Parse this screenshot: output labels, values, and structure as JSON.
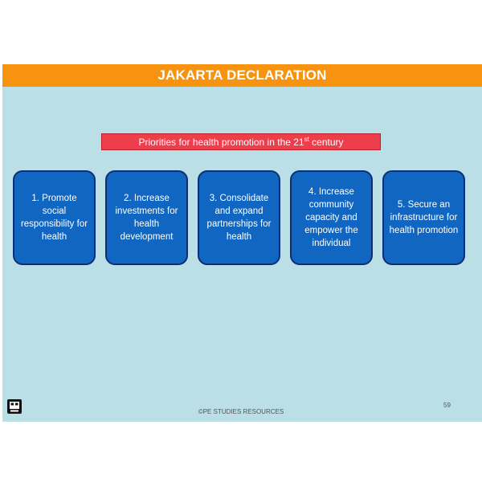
{
  "slide": {
    "title": "JAKARTA DECLARATION",
    "subtitle_main": "Priorities for health promotion in the 21",
    "subtitle_sup": "st",
    "subtitle_tail": " century",
    "cards": [
      {
        "label": "1. Promote social responsibility for health"
      },
      {
        "label": "2. Increase investments for health development"
      },
      {
        "label": "3. Consolidate and expand partnerships for health"
      },
      {
        "label": "4. Increase community capacity and empower the individual"
      },
      {
        "label": "5. Secure an infrastructure for health promotion"
      }
    ],
    "footer": "©PE STUDIES RESOURCES",
    "page_number": "59",
    "logo_icon": "pe-studies-logo-icon"
  },
  "colors": {
    "title_bar": "#f7930e",
    "background": "#badfe6",
    "subtitle_box": "#ee3e4c",
    "card_fill": "#1066c0",
    "card_border": "#0c2f73"
  }
}
